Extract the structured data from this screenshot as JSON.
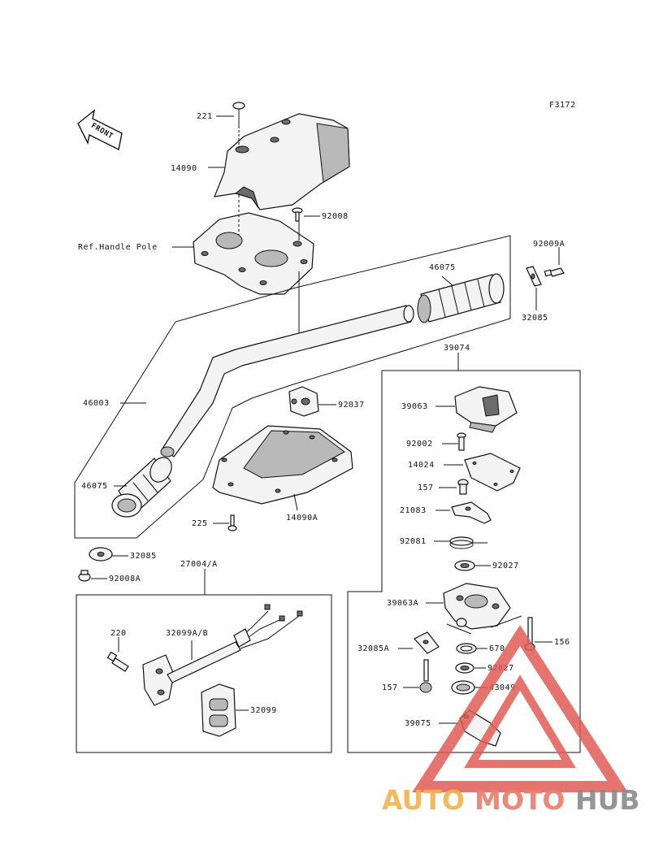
{
  "figure_code": "F3172",
  "front_label": "FRONT",
  "reference_label": "Ref.Handle Pole",
  "callouts": {
    "p221": "221",
    "p14090": "14090",
    "p92008": "92008",
    "p92009A": "92009A",
    "p46075_top": "46075",
    "p32085_top": "32085",
    "p39074": "39074",
    "p46003": "46003",
    "p92037": "92037",
    "p39063": "39063",
    "p92002": "92002",
    "p14024": "14024",
    "p157_a": "157",
    "p21083": "21083",
    "p92081": "92081",
    "p92027_a": "92027",
    "p46075_left": "46075",
    "p225": "225",
    "p14090A": "14090A",
    "p32085_left": "32085",
    "p92008A": "92008A",
    "p27004A": "27004/A",
    "p220": "220",
    "p32099AB": "32099A/B",
    "p32099": "32099",
    "p39063A": "39063A",
    "p156": "156",
    "p32085A": "32085A",
    "p670": "670",
    "p92027_b": "92027",
    "p157_b": "157",
    "p43049": "43049",
    "p39075": "39075"
  },
  "watermark": {
    "auto": "AUTO",
    "moto": "MOTO",
    "hub": "HUB"
  },
  "colors": {
    "watermark_red": "#e25c55",
    "watermark_orange": "#f2b24c",
    "watermark_gray": "#8a8a8a",
    "line": "#111111"
  }
}
